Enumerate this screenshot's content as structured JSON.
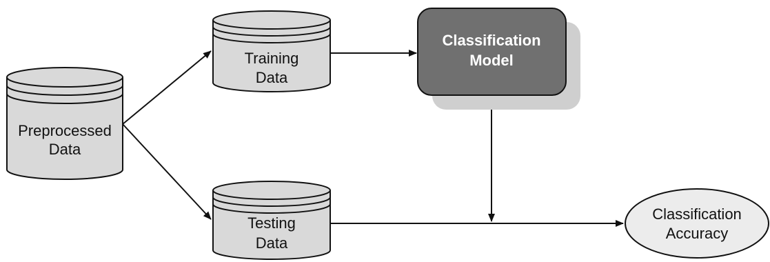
{
  "nodes": {
    "preprocessed": {
      "line1": "Preprocessed",
      "line2": "Data"
    },
    "training": {
      "line1": "Training",
      "line2": "Data"
    },
    "testing": {
      "line1": "Testing",
      "line2": "Data"
    },
    "model": {
      "line1": "Classification",
      "line2": "Model"
    },
    "accuracy": {
      "line1": "Classification",
      "line2": "Accuracy"
    }
  },
  "colors": {
    "cylinder_fill": "#d9d9d9",
    "model_fill": "#707070",
    "model_shadow": "#cfcfcf",
    "ellipse_fill": "#ececec",
    "stroke": "#111111"
  },
  "edges": [
    {
      "from": "preprocessed",
      "to": "training"
    },
    {
      "from": "preprocessed",
      "to": "testing"
    },
    {
      "from": "training",
      "to": "model"
    },
    {
      "from": "model",
      "to": "testing-accuracy-line"
    },
    {
      "from": "testing",
      "to": "accuracy"
    }
  ]
}
